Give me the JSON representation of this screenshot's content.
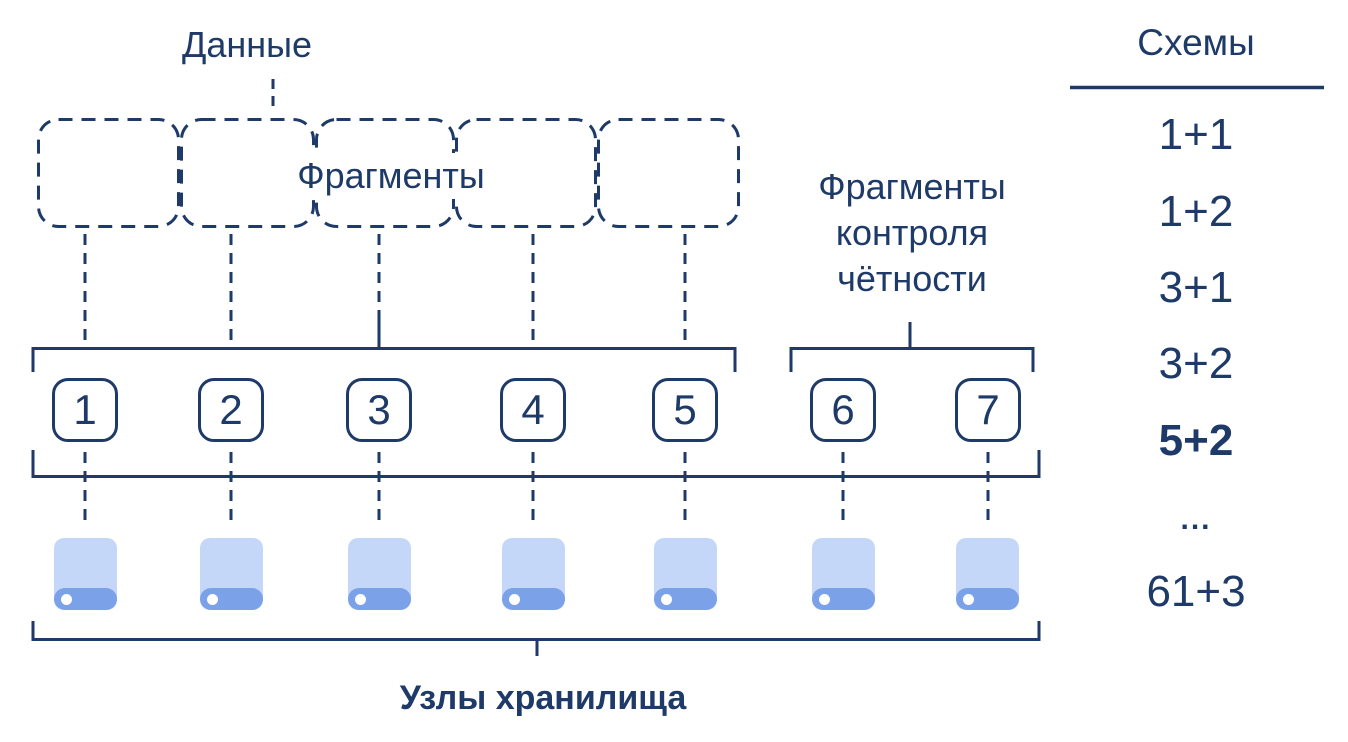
{
  "colors": {
    "ink": "#1e3a68",
    "disk_body": "#c4d7f8",
    "disk_band": "#7ba1e9",
    "disk_dot": "#ffffff",
    "background": "#ffffff"
  },
  "diagram": {
    "data_label": "Данные",
    "fragments_label": "Фрагменты",
    "parity_label": {
      "line1": "Фрагменты",
      "line2": "контроля",
      "line3": "чётности"
    },
    "storage_nodes_label": "Узлы хранилища",
    "data_fragment_numbers": [
      "1",
      "2",
      "3",
      "4",
      "5"
    ],
    "parity_fragment_numbers": [
      "6",
      "7"
    ]
  },
  "schemes": {
    "title": "Схемы",
    "items": [
      {
        "label": "1+1",
        "emphasized": false
      },
      {
        "label": "1+2",
        "emphasized": false
      },
      {
        "label": "3+1",
        "emphasized": false
      },
      {
        "label": "3+2",
        "emphasized": false
      },
      {
        "label": "5+2",
        "emphasized": true
      },
      {
        "label": "...",
        "emphasized": false
      },
      {
        "label": "61+3",
        "emphasized": false
      }
    ]
  }
}
